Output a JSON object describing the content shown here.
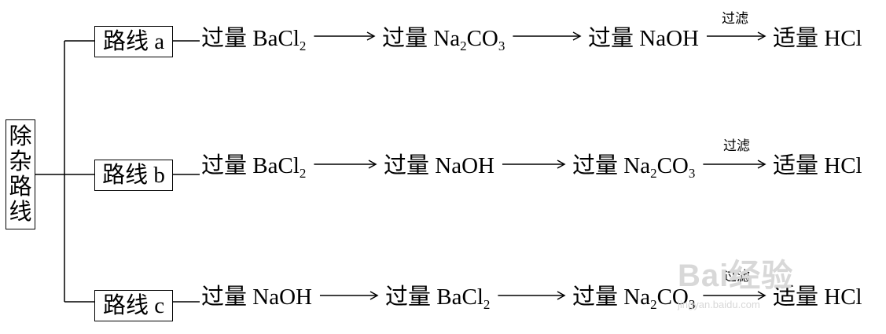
{
  "root": {
    "chars": [
      "除",
      "杂",
      "路",
      "线"
    ]
  },
  "routes": [
    {
      "label": "路线 a",
      "steps": [
        {
          "prefix": "过量 ",
          "formula": "BaCl",
          "sub": "2",
          "tail": ""
        },
        {
          "prefix": "过量 ",
          "formula": "Na",
          "sub": "2",
          "tail": "CO",
          "sub2": "3"
        },
        {
          "prefix": "过量 ",
          "formula": "NaOH"
        },
        {
          "prefix": "适量 ",
          "formula": "HCl"
        }
      ],
      "condition": "过滤"
    },
    {
      "label": "路线 b",
      "steps": [
        {
          "prefix": "过量 ",
          "formula": "BaCl",
          "sub": "2",
          "tail": ""
        },
        {
          "prefix": "过量 ",
          "formula": "NaOH"
        },
        {
          "prefix": "过量 ",
          "formula": "Na",
          "sub": "2",
          "tail": "CO",
          "sub2": "3"
        },
        {
          "prefix": "适量 ",
          "formula": "HCl"
        }
      ],
      "condition": "过滤"
    },
    {
      "label": "路线 c",
      "steps": [
        {
          "prefix": "过量 ",
          "formula": "NaOH"
        },
        {
          "prefix": "过量 ",
          "formula": "BaCl",
          "sub": "2",
          "tail": ""
        },
        {
          "prefix": "过量 ",
          "formula": "Na",
          "sub": "2",
          "tail": "CO",
          "sub2": "3"
        },
        {
          "prefix": "适量 ",
          "formula": "HCl"
        }
      ],
      "condition": "过滤"
    }
  ],
  "watermark": {
    "logo": "Bai经验",
    "url": "jingyan.baidu.com"
  }
}
